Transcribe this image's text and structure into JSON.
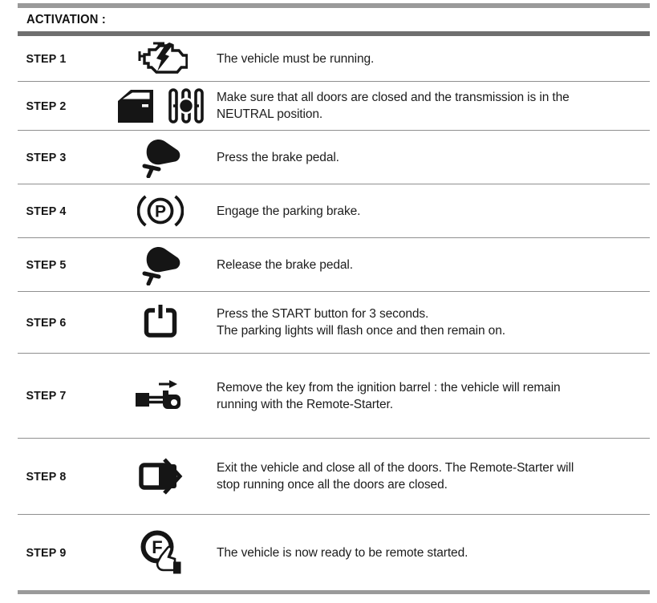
{
  "page": {
    "title": "ACTIVATION :"
  },
  "colors": {
    "rule_gray": "#9a9a9a",
    "header_rule": "#6f6f6f",
    "ink": "#161616"
  },
  "steps": [
    {
      "label": "STEP 1",
      "icons": [
        "engine-lightning-icon"
      ],
      "lines": [
        "The vehicle must be running."
      ]
    },
    {
      "label": "STEP 2",
      "icons": [
        "car-door-icon",
        "gearshift-neutral-icon"
      ],
      "lines": [
        "Make sure that all doors are closed and the  transmission is in the",
        "NEUTRAL position."
      ]
    },
    {
      "label": "STEP 3",
      "icons": [
        "brake-pedal-icon"
      ],
      "lines": [
        "Press the brake pedal."
      ]
    },
    {
      "label": "STEP 4",
      "icons": [
        "parking-brake-icon"
      ],
      "lines": [
        "Engage the parking brake."
      ]
    },
    {
      "label": "STEP 5",
      "icons": [
        "brake-pedal-icon"
      ],
      "lines": [
        "Release the brake pedal."
      ]
    },
    {
      "label": "STEP 6",
      "icons": [
        "start-button-icon"
      ],
      "lines": [
        "Press the START button for 3 seconds.",
        "The parking lights will flash once and then remain on."
      ]
    },
    {
      "label": "STEP 7",
      "icons": [
        "key-removal-icon"
      ],
      "lines": [
        "Remove the key from the ignition barrel : the vehicle will remain",
        "running with the Remote-Starter."
      ]
    },
    {
      "label": "STEP 8",
      "icons": [
        "exit-vehicle-icon"
      ],
      "lines": [
        "Exit the vehicle and close all of the doors. The Remote-Starter will",
        "stop running once all the doors are closed."
      ]
    },
    {
      "label": "STEP 9",
      "icons": [
        "remote-start-button-icon"
      ],
      "lines": [
        "The vehicle is now ready to be remote started."
      ]
    }
  ]
}
